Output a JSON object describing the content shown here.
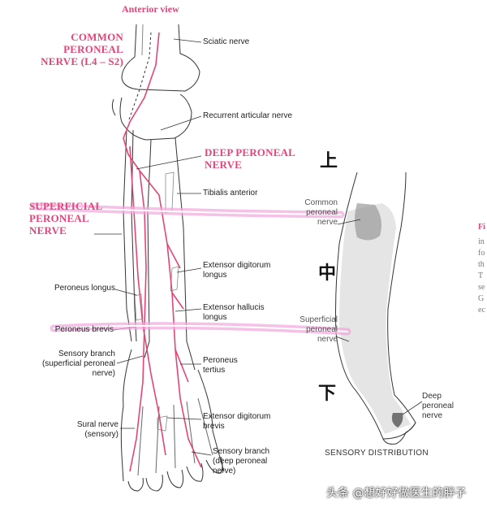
{
  "figure": {
    "title": "Anterior view",
    "sensory_caption": "SENSORY DISTRIBUTION",
    "nerve_headings": {
      "common_peroneal": "COMMON\nPERONEAL\nNERVE (L4 – S2)",
      "deep_peroneal": "DEEP PERONEAL\nNERVE",
      "superficial_peroneal": "SUPERFICIAL\nPERONEAL\nNERVE"
    },
    "labels": {
      "sciatic": "Sciatic nerve",
      "recurrent_articular": "Recurrent articular nerve",
      "tibialis_anterior": "Tibialis anterior",
      "extensor_digitorum_longus": "Extensor digitorum\nlongus",
      "peroneus_longus": "Peroneus longus",
      "extensor_hallucis_longus": "Extensor hallucis\nlongus",
      "peroneus_brevis": "Peroneus brevis",
      "sensory_branch_superficial": "Sensory branch\n(superficial peroneal\nnerve)",
      "peroneus_tertius": "Peroneus\ntertius",
      "sural_nerve": "Sural nerve\n(sensory)",
      "extensor_digitorum_brevis": "Extensor digitorum\nbrevis",
      "sensory_branch_deep": "Sensory branch\n(deep peroneal\nnerve)",
      "common_peroneal_area": "Common\nperoneal\nnerve",
      "superficial_peroneal_area": "Superficial\nperoneal\nnerve",
      "deep_peroneal_area": "Deep\nperoneal\nnerve"
    },
    "zone_markers": {
      "upper": "上",
      "middle": "中",
      "lower": "下"
    },
    "side_text_fragments": [
      "Fi",
      "in",
      "fo",
      "th",
      "T",
      "se",
      "G",
      "ec"
    ],
    "watermark": "头条 @想好好做医生的胖子",
    "colors": {
      "nerve": "#e2457a",
      "highlight": "#f2a6dc",
      "ink": "#222222"
    }
  }
}
